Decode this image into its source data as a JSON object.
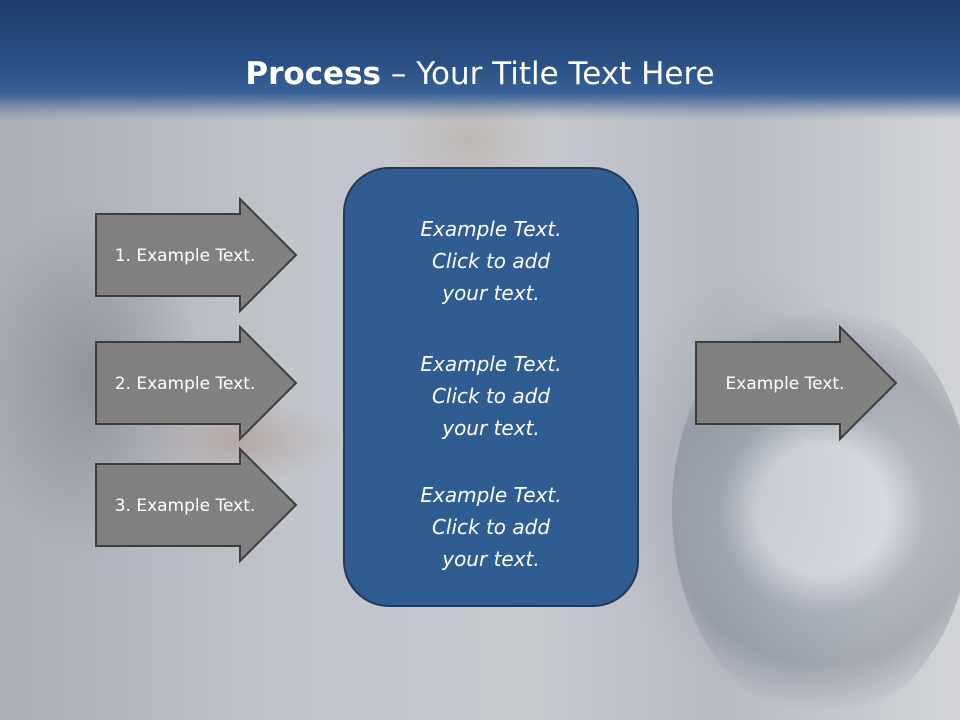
{
  "slide": {
    "title_bold": "Process",
    "title_rest": " – Your Title Text Here",
    "colors": {
      "header": "#2b5186",
      "center_box": "#2f5c91",
      "arrow_fill": "#808080",
      "arrow_stroke": "#3d3d3d"
    }
  },
  "left_arrows": [
    {
      "label": "1. Example Text."
    },
    {
      "label": "2. Example Text."
    },
    {
      "label": "3. Example Text."
    }
  ],
  "center_items": [
    {
      "line1": "Example Text.",
      "line2": "Click  to add",
      "line3": "your text."
    },
    {
      "line1": "Example Text.",
      "line2": "Click  to add",
      "line3": "your text."
    },
    {
      "line1": "Example Text.",
      "line2": "Click  to add",
      "line3": "your text."
    }
  ],
  "right_arrow": {
    "label": "Example Text."
  }
}
